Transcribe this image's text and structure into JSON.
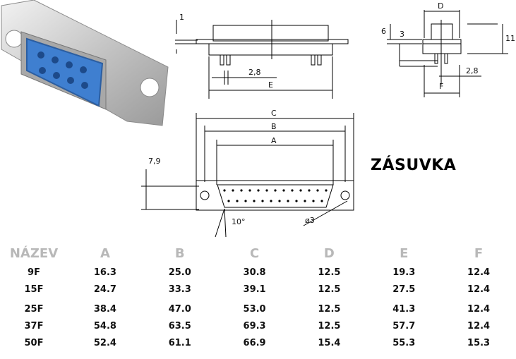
{
  "title": "ZÁSUVKA",
  "table": {
    "headers": [
      "NÁZEV",
      "A",
      "B",
      "C",
      "D",
      "E",
      "F"
    ],
    "rows": [
      [
        "9F",
        "16.3",
        "25.0",
        "30.8",
        "12.5",
        "19.3",
        "12.4"
      ],
      [
        "15F",
        "24.7",
        "33.3",
        "39.1",
        "12.5",
        "27.5",
        "12.4"
      ],
      [
        "25F",
        "38.4",
        "47.0",
        "53.0",
        "12.5",
        "41.3",
        "12.4"
      ],
      [
        "37F",
        "54.8",
        "63.5",
        "69.3",
        "12.5",
        "57.7",
        "12.4"
      ],
      [
        "50F",
        "52.4",
        "61.1",
        "66.9",
        "15.4",
        "55.3",
        "15.3"
      ]
    ]
  },
  "dimensions": {
    "side_1": "1",
    "side_2_8": "2,8",
    "side_E": "E",
    "right_D": "D",
    "right_6": "6",
    "right_3": "3",
    "right_11": "11",
    "right_2_8": "2,8",
    "right_F": "F",
    "front_C": "C",
    "front_B": "B",
    "front_A": "A",
    "front_7_9": "7,9",
    "front_angle": "10°",
    "front_hole": "ø3"
  },
  "colors": {
    "insert_blue": "#3f7fd0",
    "metal": "#c9c9c9",
    "header_gray": "#b8b8b8"
  }
}
